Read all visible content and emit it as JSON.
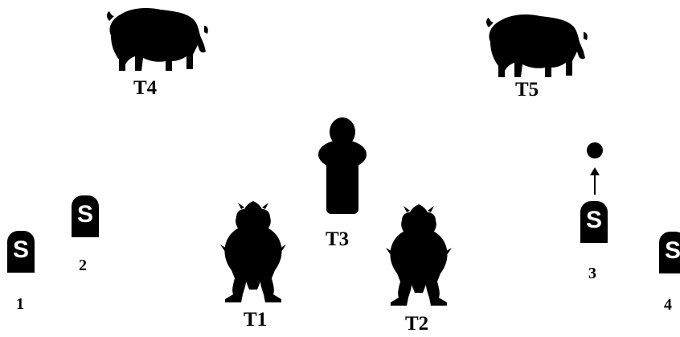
{
  "targets": {
    "t1": "T1",
    "t2": "T2",
    "t3": "T3",
    "t4": "T4",
    "t5": "T5"
  },
  "shooting_positions": {
    "p1": {
      "number": "1",
      "marker": "S"
    },
    "p2": {
      "number": "2",
      "marker": "S"
    },
    "p3": {
      "number": "3",
      "marker": "S"
    },
    "p4": {
      "number": "4",
      "marker": "S"
    }
  },
  "icons": {
    "bison": "bison-silhouette-icon",
    "bear": "bear-silhouette-icon",
    "figure": "figure-silhouette-icon",
    "position_marker": "shooter-position-marker",
    "arrow": "up-arrow-icon",
    "dot": "small-target-dot"
  },
  "colors": {
    "silhouette": "#000000",
    "background": "#ffffff",
    "marker_text": "#ffffff"
  }
}
